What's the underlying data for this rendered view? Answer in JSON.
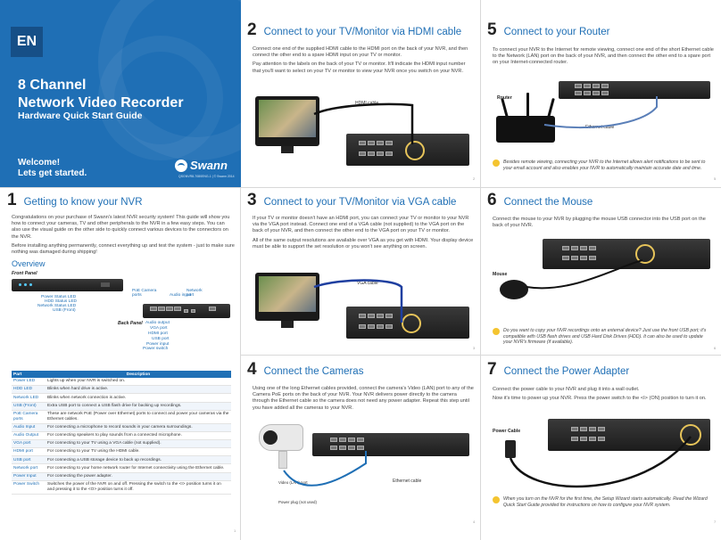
{
  "cover": {
    "lang": "EN",
    "title_line1": "8 Channel",
    "title_line2": "Network Video Recorder",
    "subtitle": "Hardware Quick Start Guide",
    "welcome_line1": "Welcome!",
    "welcome_line2": "Lets get started.",
    "brand": "Swann",
    "code": "QSGNVR8-7080ENG-1 | © Swann 2014",
    "bg_color": "#1f6fb5"
  },
  "s1": {
    "num": "1",
    "title": "Getting to know your NVR",
    "p1": "Congratulations on your purchase of Swann's latest NVR security system! This guide will show you how to connect your cameras, TV and other peripherals to the NVR in a few easy steps. You can also use the visual guide on the other side to quickly connect various devices to the connectors on the NVR.",
    "p2": "Before installing anything permanently, connect everything up and test the system - just to make sure nothing was damaged during shipping!",
    "overview": "Overview",
    "front_panel": "Front Panel",
    "back_panel": "Back Panel",
    "front_labels": [
      "Power Status LED",
      "HDD Status LED",
      "Network Status LED",
      "USB (Front)"
    ],
    "top_labels": [
      "PoE Camera ports",
      "Audio input",
      "Network port"
    ],
    "back_labels": [
      "Audio output",
      "VGA port",
      "HDMI port",
      "USB port",
      "Power input",
      "Power switch"
    ]
  },
  "table": {
    "col_part": "Part",
    "col_desc": "Description",
    "rows": [
      {
        "part": "Power LED",
        "desc": "Lights up when your NVR is switched on."
      },
      {
        "part": "HDD LED",
        "desc": "Blinks when hard drive is active."
      },
      {
        "part": "Network LED",
        "desc": "Blinks when network connection is active."
      },
      {
        "part": "USB (Front)",
        "desc": "Extra USB port to connect a USB flash drive for backing up recordings."
      },
      {
        "part": "PoE Camera ports",
        "desc": "These are network PoE (Power over Ethernet) ports to connect and power your cameras via the Ethernet cables."
      },
      {
        "part": "Audio Input",
        "desc": "For connecting a microphone to record sounds in your camera surroundings."
      },
      {
        "part": "Audio Output",
        "desc": "For connecting speakers to play sounds from a connected microphone."
      },
      {
        "part": "VGA port",
        "desc": "For connecting to your TV using a VGA cable (not supplied)."
      },
      {
        "part": "HDMI port",
        "desc": "For connecting to your TV using the HDMI cable."
      },
      {
        "part": "USB port",
        "desc": "For connecting a USB storage device to back up recordings."
      },
      {
        "part": "Network port",
        "desc": "For connecting to your home network router for Internet connectivity using the Ethernet cable."
      },
      {
        "part": "Power Input",
        "desc": "For connecting the power adapter."
      },
      {
        "part": "Power Switch",
        "desc": "Switches the power of the NVR on and off. Pressing the switch to the <I> position turns it on and pressing it to the <O> position turns it off."
      }
    ]
  },
  "s2": {
    "num": "2",
    "title": "Connect to your TV/Monitor via HDMI cable",
    "p1": "Connect one end of the supplied HDMI cable to the HDMI port on the back of your NVR, and then connect the other end to a spare HDMI input on your TV or monitor.",
    "p2": "Pay attention to the labels on the back of your TV or monitor. It'll indicate the HDMI input number that you'll want to select on your TV or monitor to view your NVR once you switch on your NVR.",
    "cable_label": "HDMI cable"
  },
  "s3": {
    "num": "3",
    "title": "Connect to your TV/Monitor via VGA cable",
    "p1": "If your TV or monitor doesn't have an HDMI port, you can connect your TV or monitor to your NVR via the VGA port instead. Connect one end of a VGA cable (not supplied) to the VGA port on the back of your NVR, and then connect the other end to the VGA port on your TV or monitor.",
    "p2": "All of the same output resolutions are available over VGA as you get with HDMI. Your display device must be able to support the set resolution or you won't see anything on screen.",
    "cable_label": "VGA cable"
  },
  "s4": {
    "num": "4",
    "title": "Connect the Cameras",
    "p1": "Using one of the long Ethernet cables provided, connect the camera's Video (LAN) port to any of the Camera PoE ports on the back of your NVR. Your NVR delivers power directly to the camera through the Ethernet cable so the camera does not need any power adapter. Repeat this step until you have added all the cameras to your NVR.",
    "label_video": "Video (LAN) port",
    "label_power": "Power plug (not used)",
    "label_cable": "Ethernet cable"
  },
  "s5": {
    "num": "5",
    "title": "Connect to your Router",
    "p1": "To connect your NVR to the Internet for remote viewing, connect one end of the short Ethernet cable to the Network (LAN) port on the back of your NVR, and then connect the other end to a spare port on your Internet-connected router.",
    "label_router": "Router",
    "label_cable": "Ethernet cable",
    "tip": "Besides remote viewing, connecting your NVR to the Internet allows alert notifications to be sent to your email account and also enables your NVR to automatically maintain accurate date and time."
  },
  "s6": {
    "num": "6",
    "title": "Connect the Mouse",
    "p1": "Connect the mouse to your NVR by plugging the mouse USB connector into the USB port on the back of your NVR.",
    "label_mouse": "Mouse",
    "tip": "Do you want to copy your NVR recordings onto an external device? Just use the front USB port; it's compatible with USB flash drives and USB Hard Disk Drives (HDD). It can also be used to update your NVR's firmware (if available)."
  },
  "s7": {
    "num": "7",
    "title": "Connect the Power Adapter",
    "p1": "Connect the power cable to your NVR and plug it into a wall outlet.",
    "p2": "Now it's time to power up your NVR. Press the power switch to the <I> (ON) position to turn it on.",
    "label_cable": "Power Cable",
    "tip": "When you turn on the NVR for the first time, the Setup Wizard starts automatically. Read the Wizard Quick Start Guide provided for instructions on how to configure your NVR system."
  },
  "pages": [
    "1",
    "2",
    "3",
    "4",
    "5",
    "6",
    "7"
  ]
}
